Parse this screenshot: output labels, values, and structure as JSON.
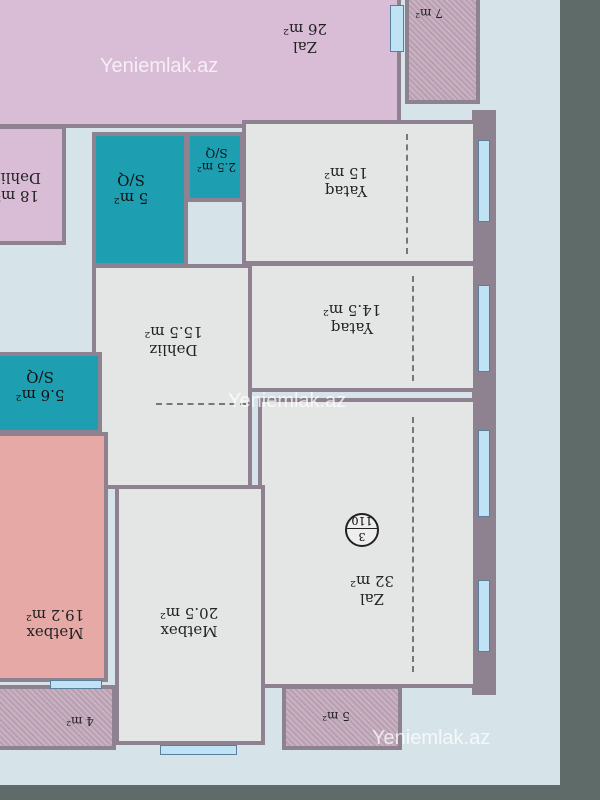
{
  "rooms": {
    "zal_top": {
      "name": "Zal",
      "area": "26 m²"
    },
    "small_top": {
      "area": "7 m²"
    },
    "dehliz_left": {
      "name": "Dəhliz",
      "area": "18 m²"
    },
    "sq_5": {
      "name": "S/Q",
      "area": "5 m²"
    },
    "sq_2_5": {
      "name": "S/Q",
      "area": "2.5 m²"
    },
    "yataq_15": {
      "name": "Yataq",
      "area": "15 m²"
    },
    "yataq_14_5": {
      "name": "Yataq",
      "area": "14.5 m²"
    },
    "dehliz_15_5": {
      "name": "Dəhliz",
      "area": "15.5 m²"
    },
    "sq_5_6": {
      "name": "S/Q",
      "area": "5.6 m²"
    },
    "zal_32": {
      "name": "Zal",
      "area": "32 m²"
    },
    "metbex_20_5": {
      "name": "Mətbəx",
      "area": "20.5 m²"
    },
    "metbex_19_2": {
      "name": "Mətbəx",
      "area": "19.2 m²"
    },
    "balcony_4": {
      "area": "4 m²"
    },
    "balcony_5": {
      "area": "5 m²"
    }
  },
  "apartment_badge": {
    "floor": "3",
    "area": "110"
  },
  "watermarks": [
    "Yeniemlak.az",
    "Yeniemlak.az",
    "Yeniemlak.az"
  ],
  "colors": {
    "wet_room": "#1d9fb1",
    "neighbor": "#d9bcd6",
    "kitchen_neighbor": "#e6a9a6"
  }
}
